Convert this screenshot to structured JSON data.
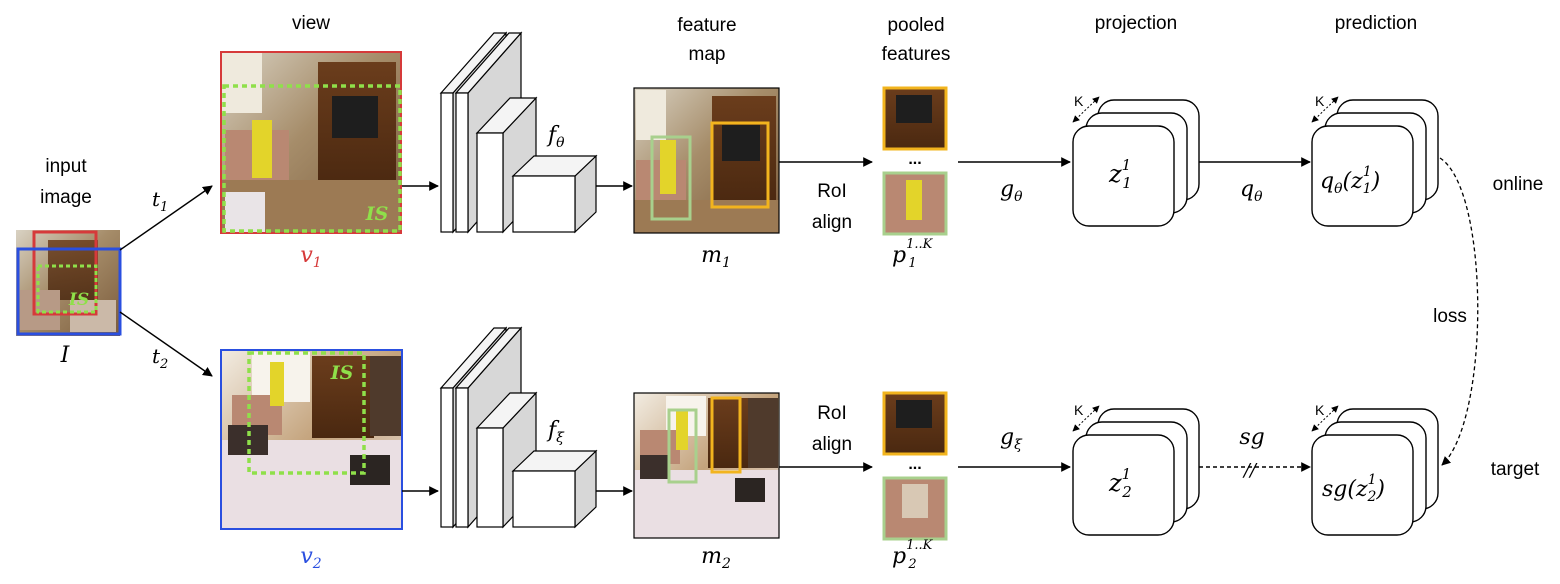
{
  "header": {
    "view": "view",
    "feature_map": [
      "feature",
      "map"
    ],
    "pooled_features": [
      "pooled",
      "features"
    ],
    "projection": "projection",
    "prediction": "prediction"
  },
  "input": {
    "caption": [
      "input",
      "image"
    ],
    "symbol": "I",
    "is_label": "IS"
  },
  "transforms": {
    "t1_base": "t",
    "t1_sub": "1",
    "t2_base": "t",
    "t2_sub": "2"
  },
  "views": {
    "v1_base": "v",
    "v1_sub": "1",
    "v2_base": "v",
    "v2_sub": "2",
    "is_label": "IS"
  },
  "encoders": {
    "f_online_base": "f",
    "f_online_sub": "θ",
    "f_target_base": "f",
    "f_target_sub": "ξ"
  },
  "feature_maps": {
    "m1_base": "m",
    "m1_sub": "1",
    "m2_base": "m",
    "m2_sub": "2"
  },
  "roi": {
    "line1": "RoI",
    "line2": "align"
  },
  "pooled": {
    "ellipsis": "...",
    "p1_base": "p",
    "p1_sub": "1",
    "p1_sup": "1..K",
    "p2_base": "p",
    "p2_sub": "2",
    "p2_sup": "1..K"
  },
  "projection": {
    "g_online_base": "g",
    "g_online_sub": "θ",
    "g_target_base": "g",
    "g_target_sub": "ξ",
    "z1_base": "z",
    "z1_sub": "1",
    "z1_sup": "1",
    "z2_base": "z",
    "z2_sub": "2",
    "z2_sup": "1",
    "k_label": "K"
  },
  "prediction": {
    "q_label_base": "q",
    "q_label_sub": "θ",
    "sg_label": "sg",
    "stop_mark": "//",
    "q_box": {
      "fn": "q",
      "fn_sub": "θ",
      "arg": "z",
      "arg_sub": "1",
      "arg_sup": "1"
    },
    "sg_box": {
      "fn": "sg",
      "arg": "z",
      "arg_sub": "2",
      "arg_sup": "1"
    },
    "k_label": "K"
  },
  "branches": {
    "online": "online",
    "loss": "loss",
    "target": "target"
  },
  "colors": {
    "view1_border": "#d63a3a",
    "view2_border": "#2a4fe0",
    "is_box": "#8fe04a",
    "roi_green": "#a8d08d",
    "roi_yellow": "#f2b41e",
    "v1_text": "#d63a3a",
    "v2_text": "#2a4fe0"
  }
}
